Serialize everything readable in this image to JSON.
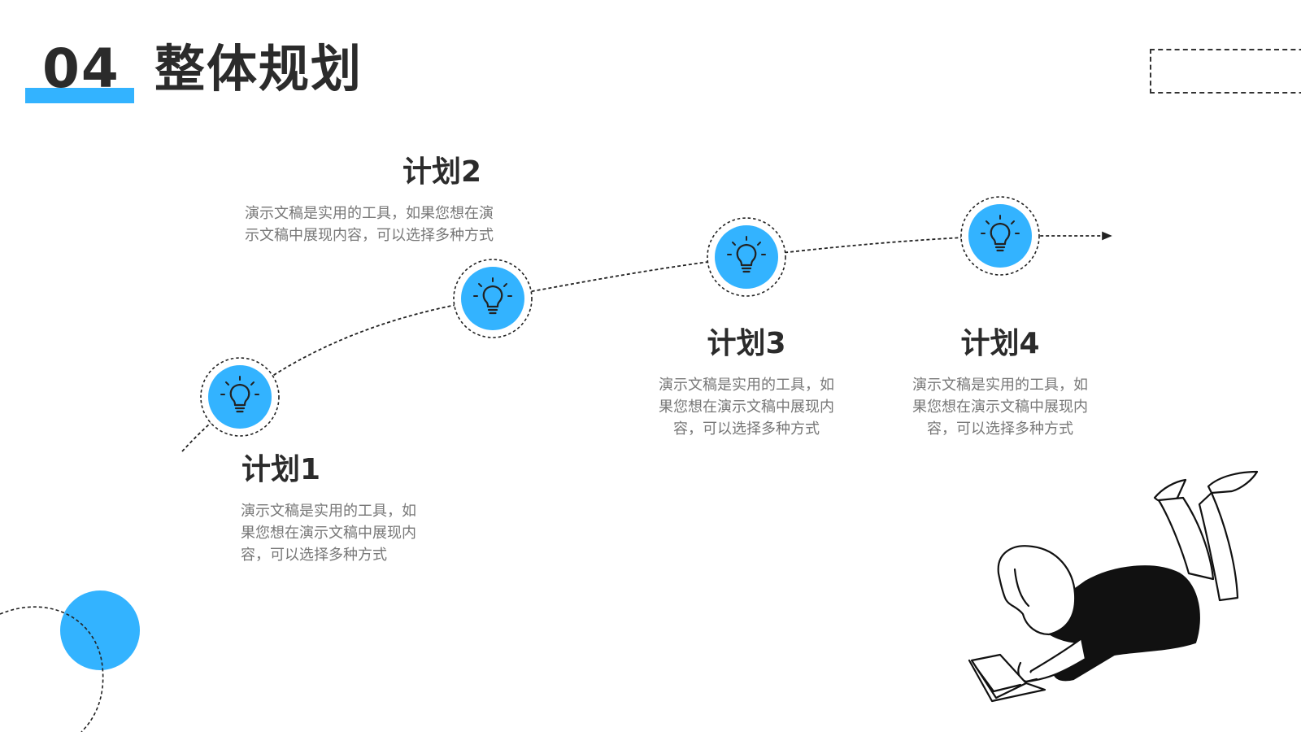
{
  "header": {
    "number": "04",
    "title": "整体规划"
  },
  "colors": {
    "accent": "#33b3ff",
    "text_dark": "#2b2b2b",
    "text_muted": "#777777"
  },
  "plans": [
    {
      "title": "计划1",
      "desc_lines": [
        "演示文稿是实用的工具，如",
        "果您想在演示文稿中展现内",
        "容，可以选择多种方式"
      ],
      "icon": "lightbulb-icon"
    },
    {
      "title": "计划2",
      "desc_lines": [
        "演示文稿是实用的工具，如果您想在演",
        "示文稿中展现内容，可以选择多种方式"
      ],
      "icon": "lightbulb-icon"
    },
    {
      "title": "计划3",
      "desc_lines": [
        "演示文稿是实用的工具，如",
        "果您想在演示文稿中展现内",
        "容，可以选择多种方式"
      ],
      "icon": "lightbulb-icon"
    },
    {
      "title": "计划4",
      "desc_lines": [
        "演示文稿是实用的工具，如",
        "果您想在演示文稿中展现内",
        "容，可以选择多种方式"
      ],
      "icon": "lightbulb-icon"
    }
  ]
}
